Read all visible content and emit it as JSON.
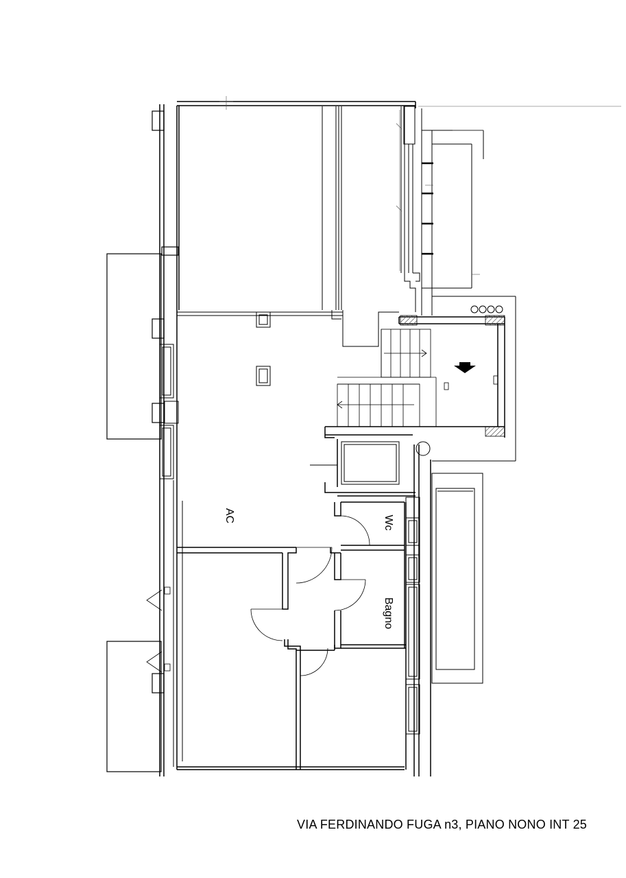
{
  "rooms": {
    "ac": "AC",
    "wc": "Wc",
    "bagno": "Bagno"
  },
  "caption": "VIA FERDINANDO FUGA n3, PIANO NONO INT 25",
  "colors": {
    "line": "#000000",
    "thin_line": "#555555",
    "hatch": "#666666",
    "background": "#ffffff"
  },
  "icons": [
    "entrance-arrow-icon",
    "door-swing-icon",
    "stair-arrow-icon"
  ]
}
